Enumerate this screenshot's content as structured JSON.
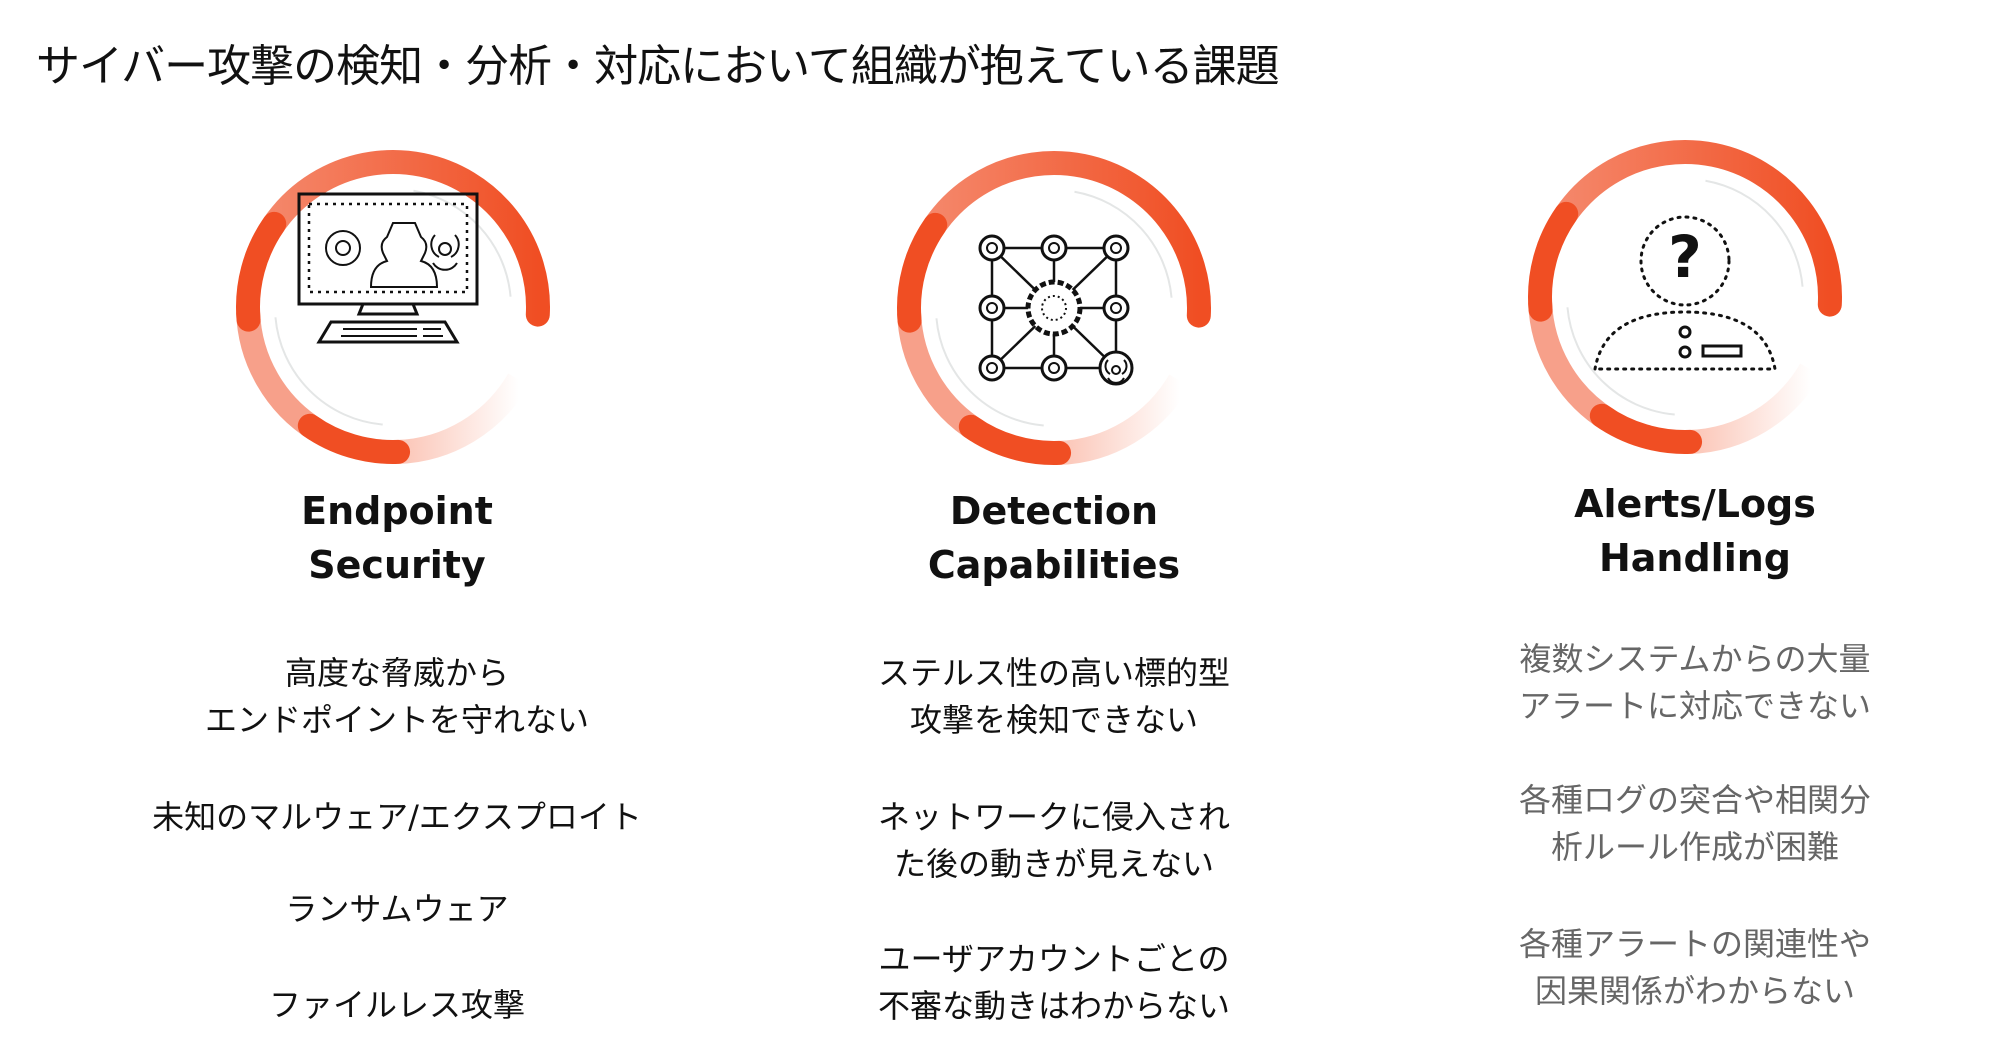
{
  "title": "サイバー攻撃の検知・分析・対応において組織が抱えている課題",
  "colors": {
    "accent": "#f04e23",
    "pale": "#f7a08a",
    "text": "#111111",
    "muted": "#666666"
  },
  "columns": [
    {
      "icon": "monitor-threat-icon",
      "heading": [
        "Endpoint",
        "Security"
      ],
      "items": [
        [
          "高度な脅威から",
          "エンドポイントを守れない"
        ],
        [
          "未知のマルウェア/エクスプロイト"
        ],
        [
          "ランサムウェア"
        ],
        [
          "ファイルレス攻撃"
        ]
      ]
    },
    {
      "icon": "network-gear-icon",
      "heading": [
        "Detection",
        "Capabilities"
      ],
      "items": [
        [
          "ステルス性の高い標的型",
          "攻撃を検知できない"
        ],
        [
          "ネットワークに侵入され",
          "た後の動きが見えない"
        ],
        [
          "ユーザアカウントごとの",
          "不審な動きはわからない"
        ]
      ]
    },
    {
      "icon": "unknown-person-icon",
      "heading": [
        "Alerts/Logs",
        "Handling"
      ],
      "items": [
        [
          "複数システムからの大量",
          "アラートに対応できない"
        ],
        [
          "各種ログの突合や相関分",
          "析ルール作成が困難"
        ],
        [
          "各種アラートの関連性や",
          "因果関係がわからない"
        ]
      ]
    }
  ]
}
